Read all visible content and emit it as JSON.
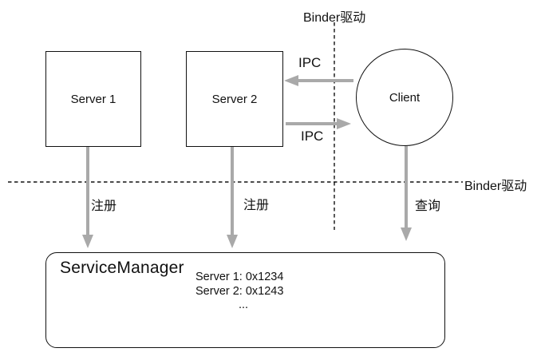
{
  "colors": {
    "arrow": "#a9a9a9",
    "stroke": "#111111",
    "text": "#111111",
    "background": "#ffffff"
  },
  "diagram": {
    "top_label": "Binder驱动",
    "right_label": "Binder驱动",
    "nodes": {
      "server1": "Server 1",
      "server2": "Server 2",
      "client": "Client",
      "service_manager": "ServiceManager"
    },
    "edges": {
      "ipc_to_server2": "IPC",
      "ipc_to_client": "IPC",
      "register_server1": "注册",
      "register_server2": "注册",
      "query": "查询"
    },
    "registry": {
      "entry1": "Server 1: 0x1234",
      "entry2": "Server 2: 0x1243",
      "more": "..."
    }
  }
}
